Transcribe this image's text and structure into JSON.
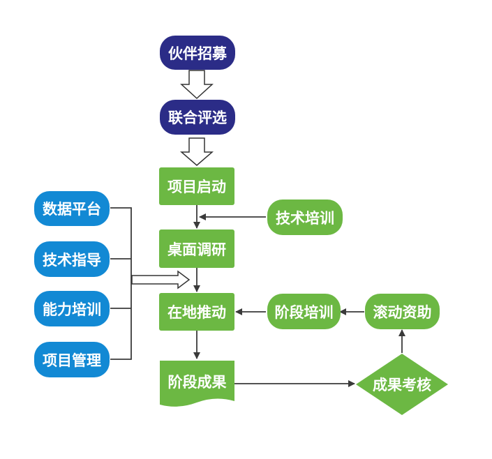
{
  "colors": {
    "navy": "#2b2c87",
    "green": "#6cb843",
    "blue": "#1289d4",
    "line": "#3a3a3a"
  },
  "nodes": {
    "partner_recruit": "伙伴招募",
    "joint_selection": "联合评选",
    "project_launch": "项目启动",
    "tech_training_top": "技术培训",
    "desk_research": "桌面调研",
    "onsite_promotion": "在地推动",
    "stage_training": "阶段培训",
    "rolling_funding": "滚动资助",
    "stage_results": "阶段成果",
    "results_assessment": "成果考核",
    "data_platform": "数据平台",
    "tech_guidance": "技术指导",
    "capacity_training": "能力培训",
    "project_management": "项目管理"
  }
}
